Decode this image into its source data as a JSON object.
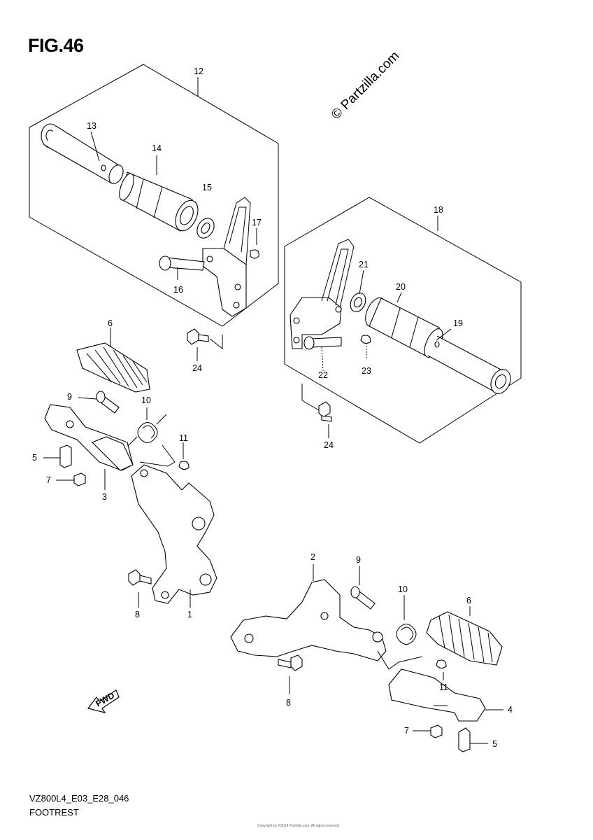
{
  "figure_title": "FIG.46",
  "diagram_code": "VZ800L4_E03_E28_046",
  "section_name": "FOOTREST",
  "watermark": "© Partzilla.com",
  "fine_print": "Copyright by ©2014 Partzilla.com. All rights reserved",
  "fwd_label": "FWD",
  "callouts": {
    "c12": "12",
    "c13": "13",
    "c14": "14",
    "c15": "15",
    "c16": "16",
    "c17": "17",
    "c18": "18",
    "c19": "19",
    "c20": "20",
    "c21": "21",
    "c22": "22",
    "c23": "23",
    "c24a": "24",
    "c24b": "24",
    "c6a": "6",
    "c9a": "9",
    "c10a": "10",
    "c11a": "11",
    "c5a": "5",
    "c7a": "7",
    "c3": "3",
    "c8a": "8",
    "c1": "1",
    "c2": "2",
    "c9b": "9",
    "c10b": "10",
    "c6b": "6",
    "c11b": "11",
    "c8b": "8",
    "c4": "4",
    "c7b": "7",
    "c5b": "5"
  }
}
